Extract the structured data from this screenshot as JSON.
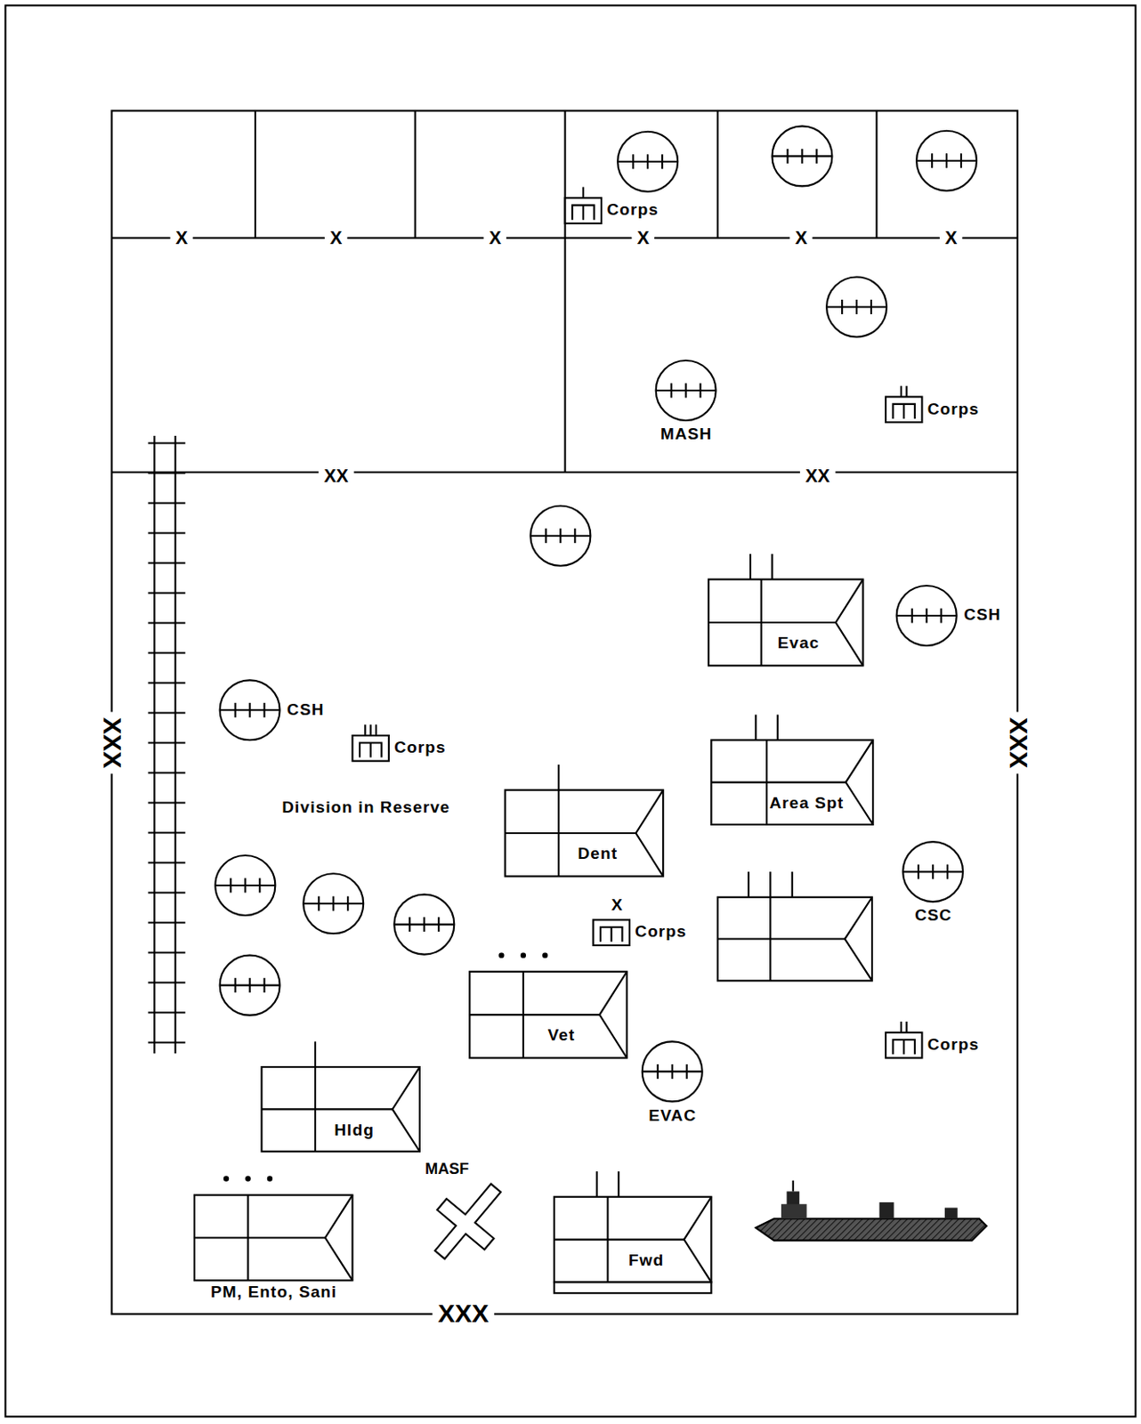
{
  "diagram": {
    "nodes": [
      {
        "text": [
          "Corps"
        ]
      },
      {
        "text": [
          "MASH"
        ]
      },
      {
        "text": [
          "Corps"
        ]
      },
      {
        "text": [
          "Evac"
        ]
      },
      {
        "text": [
          "CSH"
        ]
      },
      {
        "text": [
          "CSH"
        ]
      },
      {
        "text": [
          "Corps"
        ]
      },
      {
        "text": [
          "Area Spt"
        ]
      },
      {
        "text": [
          "Dent"
        ]
      },
      {
        "text": [
          "CSC"
        ]
      },
      {
        "text": [
          "Corps"
        ]
      },
      {
        "text": [
          "Vet"
        ]
      },
      {
        "text": [
          "Corps"
        ]
      },
      {
        "text": [
          "EVAC"
        ]
      },
      {
        "text": [
          "Hldg"
        ]
      },
      {
        "text": [
          "PM, Ento, Sani"
        ]
      },
      {
        "text": [
          "Fwd"
        ]
      }
    ],
    "labels": [
      "X",
      "X",
      "X",
      "X",
      "X",
      "X",
      "XX",
      "XX",
      "XXX",
      "XXX",
      "Division in Reserve",
      "X",
      "MASF",
      "XXX"
    ]
  }
}
